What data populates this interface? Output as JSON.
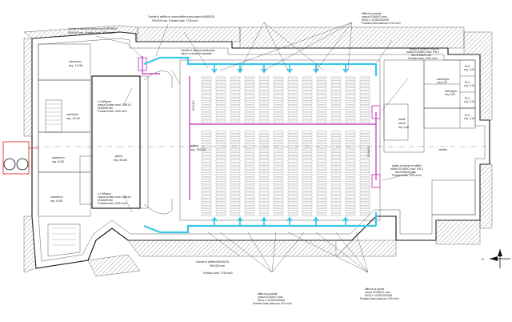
{
  "labels": {
    "riser_n": "Canale di discesa al piano terra RIPRESA",
    "riser_n_dim": "500x300 mm, Portata d'aria: 2500 mc/h",
    "duct_top": "Canale di soffitto al controsoffitto sopra platea MANDATA",
    "duct_top_dim": "900x300 mm, Portata d'aria: 7746 mc/h",
    "return_duct": "Canale di ripresa posizionato",
    "return_duct_2": "sopra il canale di mandata",
    "diff_wall_top": "diffusori a parete",
    "diff_wall_top_2": "marca SCHAKO mod.",
    "diff_wall_top_3": "WGA-V 1225/225/2006",
    "diff_wall_top_4": "Portata d'aria ciascuno: 912 mc/h",
    "grille_ne": "griglia di ripresa a soffitto",
    "grille_ne_2": "marca SCHAKO mod. IPA-1",
    "grille_ne_3": "dim.325x625 mm",
    "grille_ne_4": "Portata d'aria: 1250 mc/h",
    "grille_se": "griglia di ripresa a soffitto",
    "grille_se_2": "marca SCHAKO mod. IPA-1",
    "grille_se_3": "dim.325x625 mm",
    "grille_se_4": "Portata d'aria: 1250 mc/h",
    "diff_n2_top": "n.2 diffusori",
    "diff_n2_top_2": "marca Schako mod. DBB-A1",
    "diff_n2_top_3": "315x625 mm",
    "diff_n2_top_4": "Portata d'aria: 1250 mc/h",
    "diff_n2_bot": "n.2 diffusori",
    "diff_n2_bot_2": "marca Schako mod. DBB-A1",
    "diff_n2_bot_3": "315x625 mm",
    "diff_n2_bot_4": "Portata d'aria: 1250 mc/h",
    "duct_bot": "Canale di soffitta MANDATA",
    "duct_bot_dim": "900x300 mm",
    "duct_bot_flow": "Portata d'aria: 7746 mc/h",
    "diff_bot_l": "diffusori a parete",
    "diff_bot_l_2": "marca SCHAKO mod.",
    "diff_bot_l_3": "WGA-V 1225/225/2006",
    "diff_bot_l_4": "Portata d'aria ciascuno: 912 mc/h",
    "diff_bot_r": "diffusori a parete",
    "diff_bot_r_2": "marca SCHAKO mod.",
    "diff_bot_r_3": "WGA-V 1225/225/2006",
    "diff_bot_r_4": "Portata d'aria ciascuno: 912 mc/h",
    "duct_v1": "900x300",
    "duct_v2": "500x300",
    "compass": "N"
  },
  "rooms": {
    "camerino_1": "camerino",
    "camerino_1_area": "mq. 14,38",
    "corridoio": "corridoio",
    "corridoio_area": "mq. 10,09",
    "camerino_2": "camerino",
    "camerino_2_area": "mq. 8,53",
    "camerino_3": "camerino",
    "camerino_3_area": "mq. 8,98",
    "palco": "palco",
    "palco_area": "mq. 83,89",
    "platea": "platea",
    "platea_area": "mq. 252,00",
    "locale_server": "locale",
    "locale_server_2": "server",
    "locale_server_area": "mq. 4,45",
    "antibagno_1": "anti bagno",
    "antibagno_1_area": "mq. 5,08",
    "antibagno_2": "anti bagno",
    "antibagno_2_area": "mq. 6,83",
    "wc_1": "W.C.",
    "wc_1_area": "mq. 1,25",
    "wc_2": "W.C.",
    "wc_2_area": "mq. 1,18",
    "wc_3": "W.C.",
    "wc_3_area": "mq. 1,19",
    "wc_4": "W.C.",
    "wc_4_area": "mq. 1,18",
    "vestibolo": "vestito"
  },
  "colors": {
    "supply_duct": "#3cc7e6",
    "return_duct": "#c64fc0",
    "unit": "#e03030"
  }
}
